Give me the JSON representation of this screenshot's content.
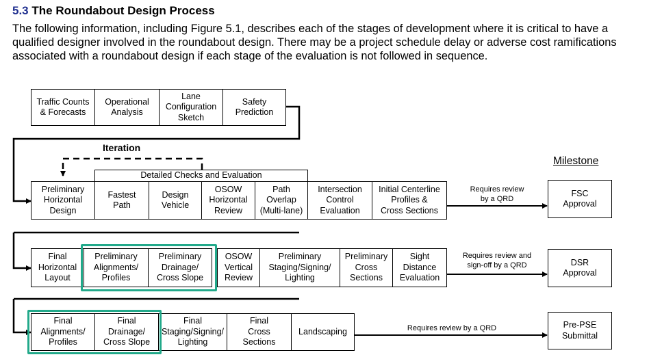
{
  "section": {
    "number": "5.3",
    "title": "The Roundabout Design Process"
  },
  "intro": "The following information, including Figure 5.1, describes each of the stages of development where it is critical to have a qualified designer involved in the roundabout design. There may be a project schedule delay or adverse cost ramifications associated with a roundabout design if each stage of the evaluation is not followed in sequence.",
  "row1": [
    "Traffic Counts\n& Forecasts",
    "Operational\nAnalysis",
    "Lane\nConfiguration\nSketch",
    "Safety\nPrediction"
  ],
  "iteration_label": "Iteration",
  "milestone_label": "Milestone",
  "detailed_checks_label": "Detailed Checks and Evaluation",
  "row2": [
    "Preliminary\nHorizontal\nDesign",
    "Fastest\nPath",
    "Design\nVehicle",
    "OSOW\nHorizontal\nReview",
    "Path\nOverlap\n(Multi-lane)",
    "Intersection\nControl\nEvaluation",
    "Initial Centerline\nProfiles &\nCross Sections"
  ],
  "row2_requirement": "Requires review\nby a QRD",
  "row2_milestone": "FSC\nApproval",
  "row3": [
    "Final\nHorizontal\nLayout",
    "Preliminary\nAlignments/\nProfiles",
    "Preliminary\nDrainage/\nCross Slope",
    "OSOW\nVertical\nReview",
    "Preliminary\nStaging/Signing/\nLighting",
    "Preliminary\nCross\nSections",
    "Sight\nDistance\nEvaluation"
  ],
  "row3_requirement": "Requires review and\nsign-off by a QRD",
  "row3_milestone": "DSR\nApproval",
  "row4": [
    "Final\nAlignments/\nProfiles",
    "Final\nDrainage/\nCross Slope",
    "Final\nStaging/Signing/\nLighting",
    "Final\nCross\nSections",
    "Landscaping"
  ],
  "row4_requirement": "Requires review by a QRD",
  "row4_milestone": "Pre-PSE\nSubmittal",
  "colors": {
    "highlight": "#22a98a",
    "section_number": "#1f2f8f"
  }
}
